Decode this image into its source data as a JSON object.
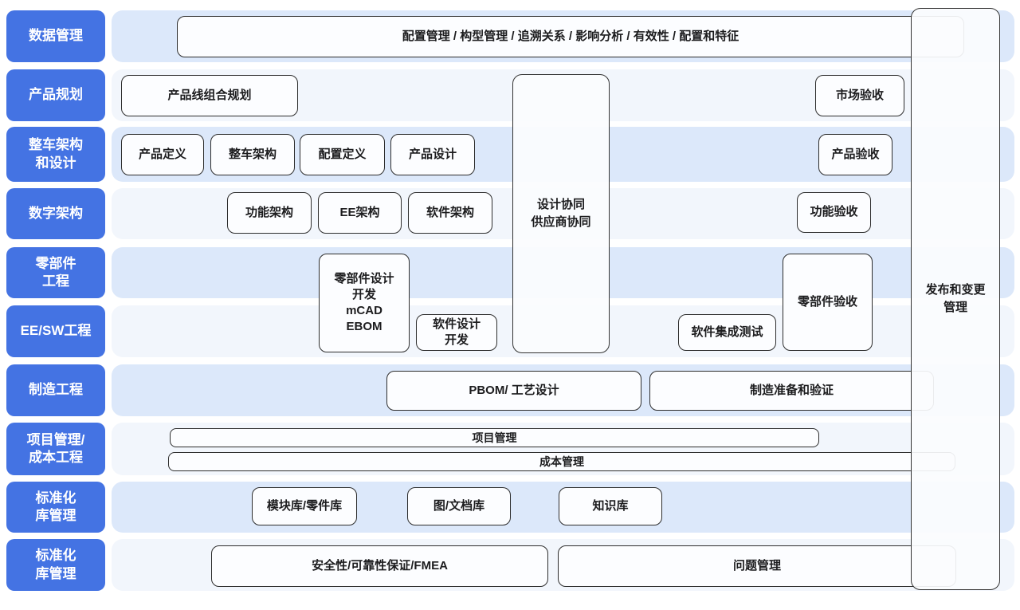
{
  "colors": {
    "label_bg": "#4473e3",
    "band_blue": "#dce8fa",
    "band_light": "#f2f6fc",
    "box_border": "#2d2d2d",
    "box_bg": "#fcfdff",
    "text": "#1c1c1e"
  },
  "sidebar": {
    "labels": [
      {
        "text": "数据管理"
      },
      {
        "text": "产品规划"
      },
      {
        "text": "整车架构\n和设计"
      },
      {
        "text": "数字架构"
      },
      {
        "text": "零部件\n工程"
      },
      {
        "text": "EE/SW工程"
      },
      {
        "text": "制造工程"
      },
      {
        "text": "项目管理/\n成本工程"
      },
      {
        "text": "标准化\n库管理"
      },
      {
        "text": "标准化\n库管理"
      }
    ]
  },
  "boxes": {
    "data_mgmt_bar": {
      "label": "配置管理 / 构型管理 / 追溯关系 / 影响分析 / 有效性 / 配置和特征"
    },
    "product_line_planning": {
      "label": "产品线组合规划"
    },
    "market_acceptance": {
      "label": "市场验收"
    },
    "product_definition": {
      "label": "产品定义"
    },
    "vehicle_architecture": {
      "label": "整车架构"
    },
    "config_definition": {
      "label": "配置定义"
    },
    "product_design": {
      "label": "产品设计"
    },
    "product_acceptance": {
      "label": "产品验收"
    },
    "function_architecture": {
      "label": "功能架构"
    },
    "ee_architecture": {
      "label": "EE架构"
    },
    "software_architecture": {
      "label": "软件架构"
    },
    "function_acceptance": {
      "label": "功能验收"
    },
    "parts_design": {
      "label": "零部件设计\n开发\nmCAD\nEBOM"
    },
    "software_design": {
      "label": "软件设计\n开发"
    },
    "software_integration_test": {
      "label": "软件集成测试"
    },
    "parts_acceptance": {
      "label": "零部件验收"
    },
    "pbom_process_design": {
      "label": "PBOM/ 工艺设计"
    },
    "manufacturing_preparation": {
      "label": "制造准备和验证"
    },
    "project_mgmt": {
      "label": "项目管理"
    },
    "cost_mgmt": {
      "label": "成本管理"
    },
    "module_parts_library": {
      "label": "模块库/零件库"
    },
    "drawing_document_library": {
      "label": "图/文档库"
    },
    "knowledge_library": {
      "label": "知识库"
    },
    "safety_reliability_fmea": {
      "label": "安全性/可靠性保证/FMEA"
    },
    "issue_mgmt": {
      "label": "问题管理"
    }
  },
  "overlays": {
    "design_collaboration": {
      "label": "设计协同\n供应商协同"
    },
    "release_change_mgmt": {
      "label": "发布和变更\n管理"
    }
  }
}
